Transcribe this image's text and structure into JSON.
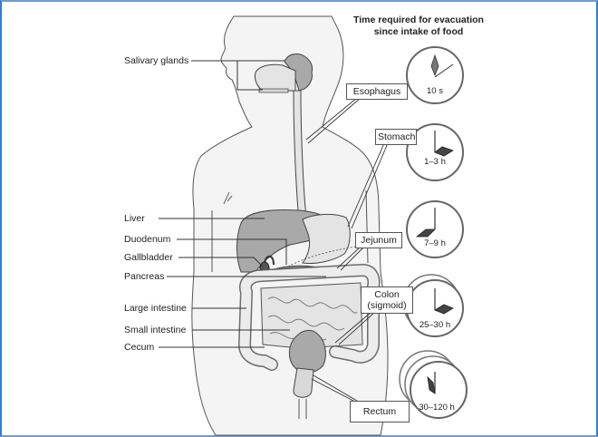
{
  "title": {
    "line1": "Time required for evacuation",
    "line2": "since intake of food"
  },
  "left_labels": [
    {
      "id": "salivary-glands",
      "text": "Salivary glands"
    },
    {
      "id": "liver",
      "text": "Liver"
    },
    {
      "id": "duodenum",
      "text": "Duodenum"
    },
    {
      "id": "gallbladder",
      "text": "Gallbladder"
    },
    {
      "id": "pancreas",
      "text": "Pancreas"
    },
    {
      "id": "large-intestine",
      "text": "Large intestine"
    },
    {
      "id": "small-intestine",
      "text": "Small intestine"
    },
    {
      "id": "cecum",
      "text": "Cecum"
    }
  ],
  "callouts": [
    {
      "id": "esophagus",
      "text": "Esophagus"
    },
    {
      "id": "stomach",
      "text": "Stomach"
    },
    {
      "id": "jejunum",
      "text": "Jejunum"
    },
    {
      "id": "colon",
      "line1": "Colon",
      "line2": "(sigmoid)"
    },
    {
      "id": "rectum",
      "text": "Rectum"
    }
  ],
  "clocks": [
    {
      "id": "esophagus",
      "time": "10 s",
      "stack": 1
    },
    {
      "id": "stomach",
      "time": "1–3 h",
      "stack": 1
    },
    {
      "id": "jejunum",
      "time": "7–9 h",
      "stack": 1
    },
    {
      "id": "colon",
      "time": "25–30 h",
      "stack": 2
    },
    {
      "id": "rectum",
      "time": "30–120 h",
      "stack": 3
    }
  ],
  "colors": {
    "frame_top": "#6f9ccc",
    "frame_side": "#2f7fd0",
    "body_fill": "#f4f4f4",
    "organ_dark": "#a9a9a9",
    "organ_light": "#e4e4e4",
    "line": "#333333"
  }
}
